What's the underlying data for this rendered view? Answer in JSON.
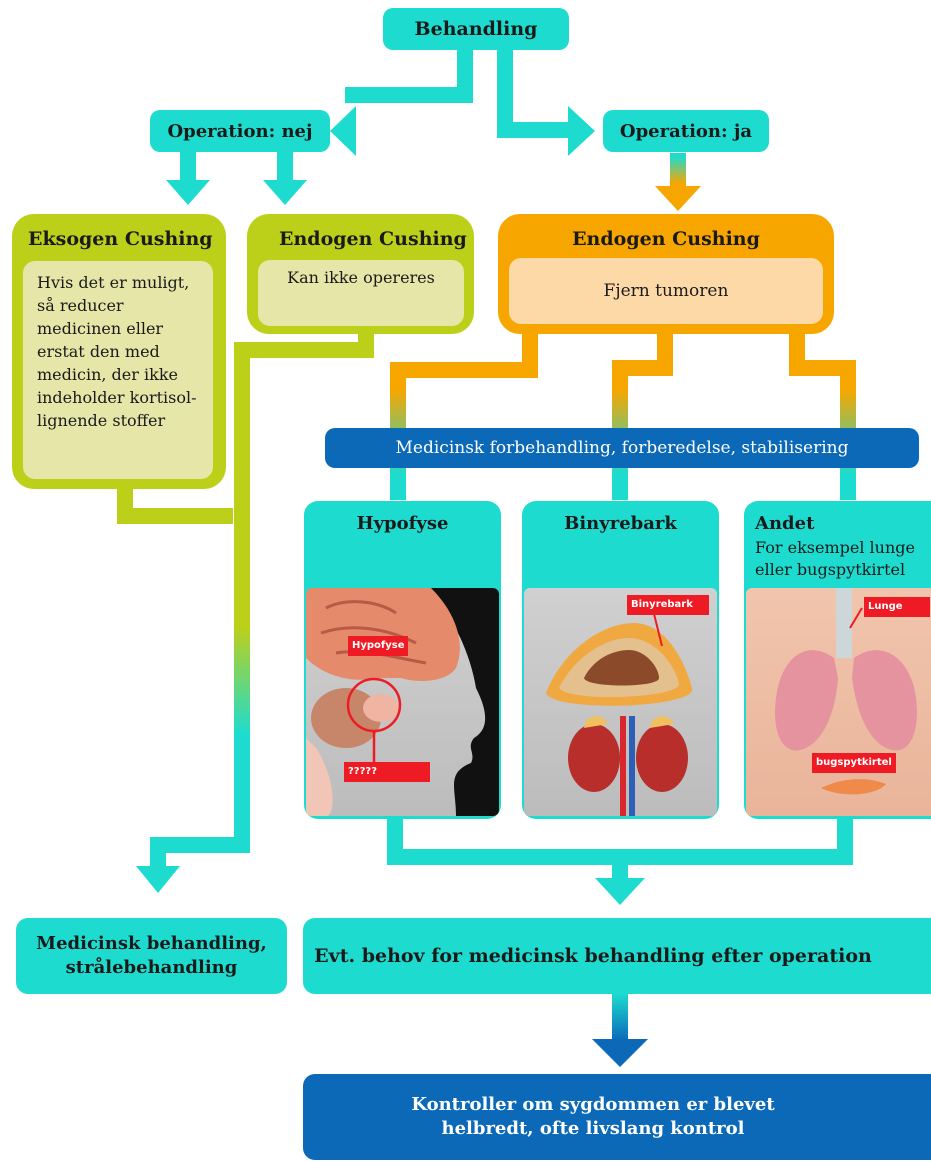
{
  "top": {
    "label": "Behandling"
  },
  "op_no": {
    "label": "Operation: nej"
  },
  "op_yes": {
    "label": "Operation: ja"
  },
  "exogenous": {
    "title": "Eksogen Cushing",
    "text": "Hvis det er muligt, så reducer medicinen eller erstat den med medicin, der ikke indeholder kortisol-lignende stoffer"
  },
  "endogenous_no": {
    "title": "Endogen Cushing",
    "text": "Kan ikke opereres"
  },
  "endogenous_yes": {
    "title": "Endogen Cushing",
    "text": "Fjern tumoren"
  },
  "pretreatment": {
    "label": "Medicinsk forbehandling, forberedelse, stabilisering"
  },
  "panels": {
    "hypofyse": {
      "title": "Hypofyse",
      "img_label": "Hypofyse",
      "img_label2": "?????"
    },
    "binyrebark": {
      "title": "Binyrebark",
      "img_label": "Binyrebark"
    },
    "andet": {
      "title": "Andet",
      "subtitle": "For eksempel lunge eller bugspytkirtel",
      "img_label": "Lunge",
      "img_label2": "bugspytkirtel"
    }
  },
  "medical_treatment": {
    "label": "Medicinsk behandling, strålebehandling"
  },
  "post_op": {
    "label": "Evt. behov for medicinsk behandling efter operation"
  },
  "control": {
    "label": "Kontroller om sygdommen er blevet helbredt, ofte livslang kontrol"
  },
  "colors": {
    "teal": "#1ddccf",
    "lime": "#bcd01a",
    "lime_fill": "#e5e6a8",
    "orange": "#f7a600",
    "orange_fill": "#fcd9a6",
    "blue": "#0b69b8",
    "red": "#ee1b24"
  }
}
